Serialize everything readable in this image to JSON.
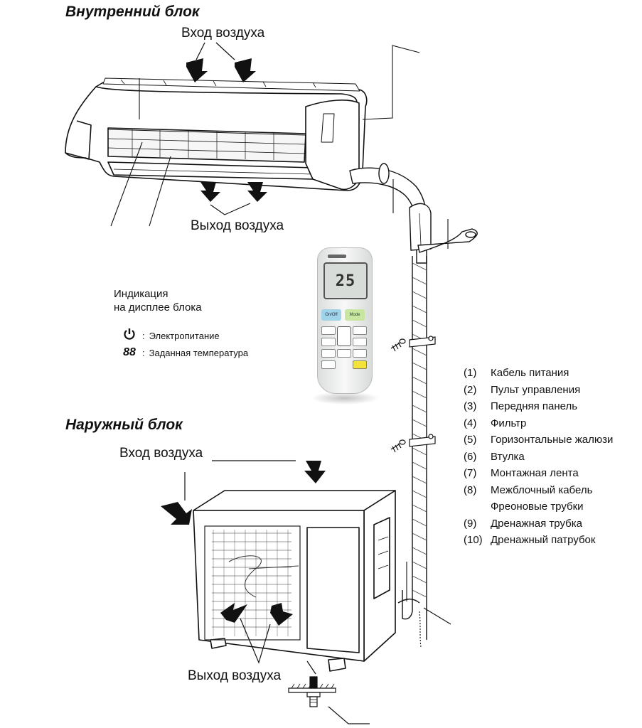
{
  "indoor_title": "Внутренний блок",
  "outdoor_title": "Наружный блок",
  "indoor_air_in": "Вход воздуха",
  "indoor_air_out": "Выход воздуха",
  "outdoor_air_in": "Вход воздуха",
  "outdoor_air_out": "Выход воздуха",
  "indication": {
    "title_line1": "Индикация",
    "title_line2": "на дисплее блока",
    "rows": [
      {
        "symbol_icon": "power-icon",
        "separator": ":",
        "text": "Электропитание"
      },
      {
        "symbol": "88",
        "separator": ":",
        "text": "Заданная температура"
      }
    ]
  },
  "remote": {
    "display_value": "25",
    "button_left": "On/Off",
    "button_right": "Mode"
  },
  "legend": [
    {
      "num": "(1)",
      "text": "Кабель питания"
    },
    {
      "num": "(2)",
      "text": "Пульт управления"
    },
    {
      "num": "(3)",
      "text": "Передняя панель"
    },
    {
      "num": "(4)",
      "text": "Фильтр"
    },
    {
      "num": "(5)",
      "text": "Горизонтальные жалюзи"
    },
    {
      "num": "(6)",
      "text": "Втулка"
    },
    {
      "num": "(7)",
      "text": "Монтажная лента"
    },
    {
      "num": "(8)",
      "text": "Межблочный кабель"
    },
    {
      "num": "",
      "text": "Фреоновые трубки"
    },
    {
      "num": "(9)",
      "text": "Дренажная трубка"
    },
    {
      "num": "(10)",
      "text": "Дренажный патрубок"
    }
  ],
  "colors": {
    "remote_button_blue": "#9fd3ea",
    "remote_button_green": "#c8e6a0",
    "remote_button_yellow": "#f2e23a"
  }
}
